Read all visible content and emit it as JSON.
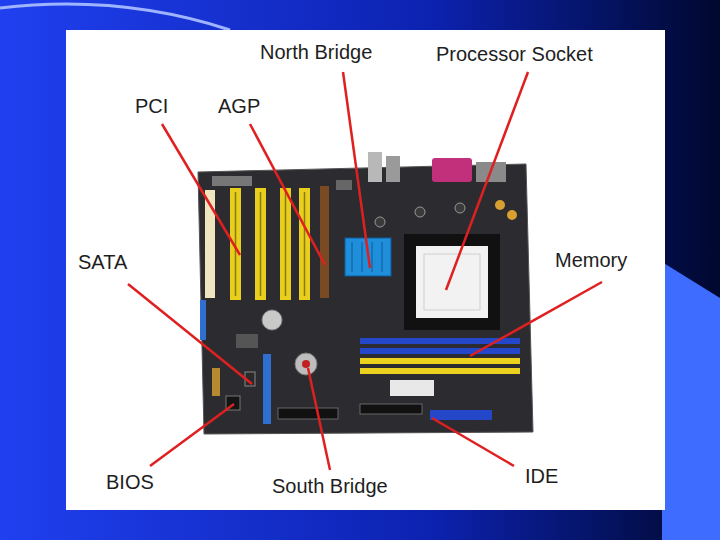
{
  "diagram": {
    "labels": [
      "North Bridge",
      "Processor Socket",
      "PCI",
      "AGP",
      "SATA",
      "Memory",
      "BIOS",
      "South Bridge",
      "IDE"
    ]
  }
}
